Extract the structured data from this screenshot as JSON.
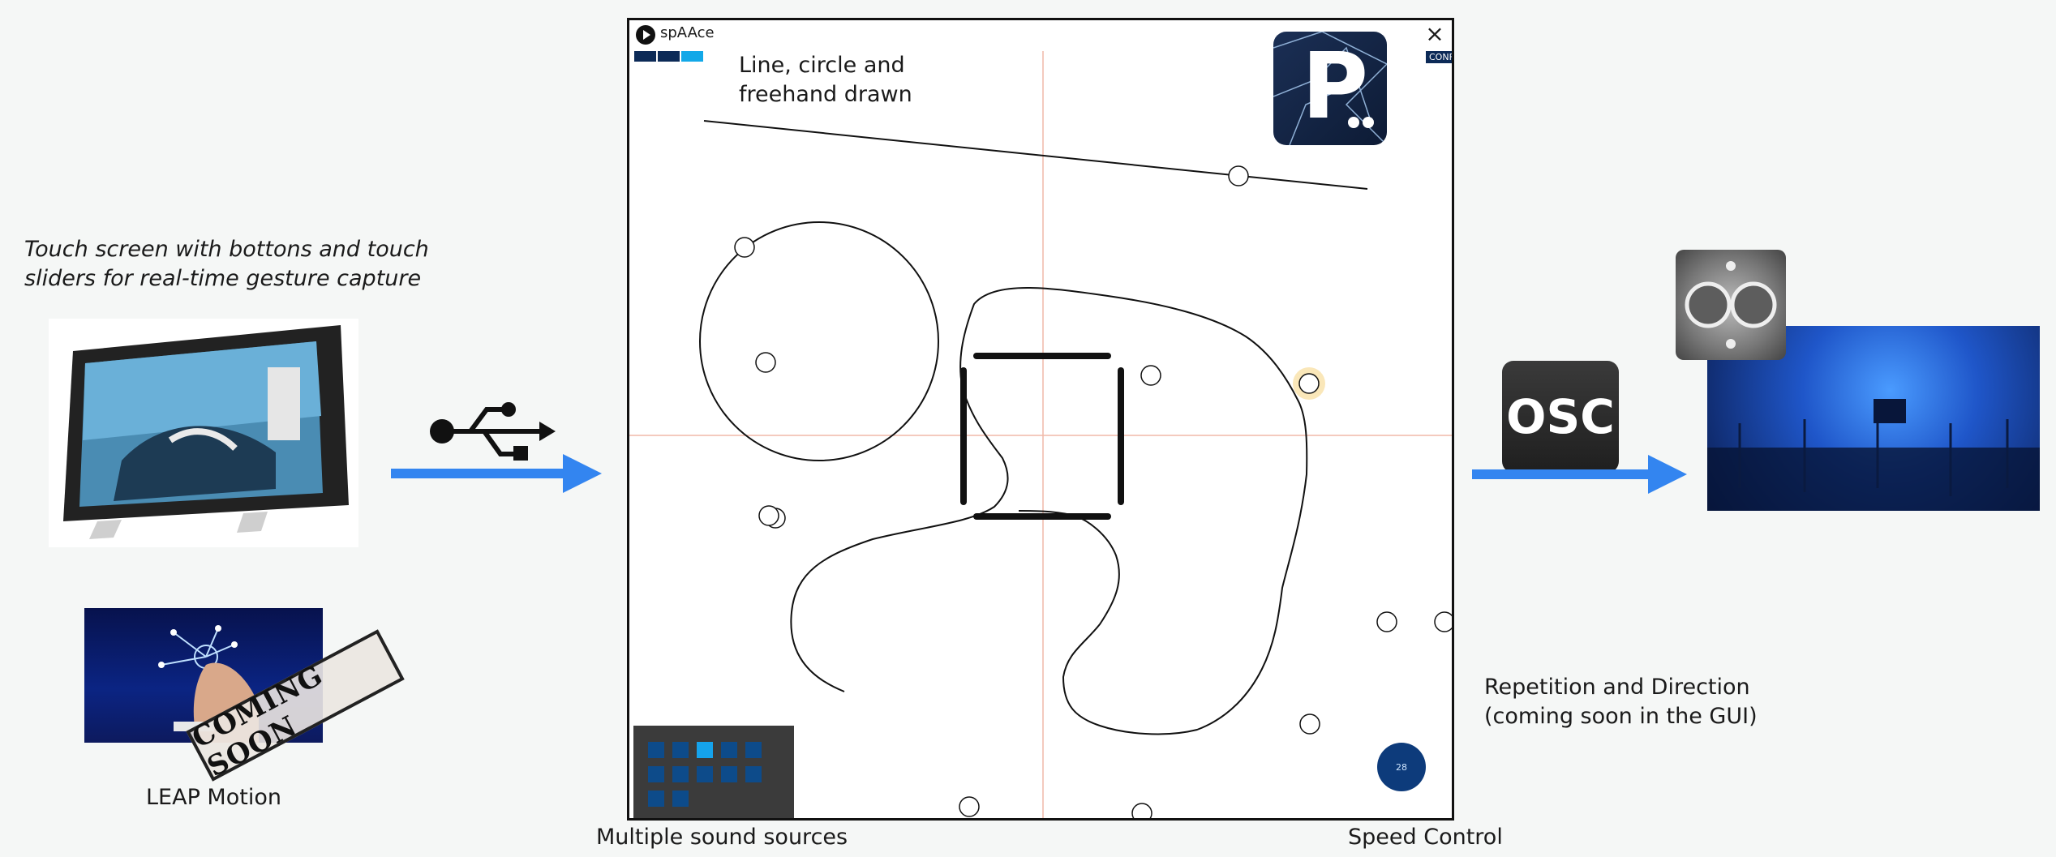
{
  "left": {
    "touchscreen_caption_line1": "Touch screen with bottons and touch",
    "touchscreen_caption_line2": "sliders for real-time gesture capture",
    "leap_caption": "LEAP Motion",
    "coming_soon": "COMING SOON"
  },
  "app": {
    "title": "spAAce",
    "close_glyph": "×",
    "config_label": "CONFIG",
    "shape_label_line1": "Line, circle and",
    "shape_label_line2": "freehand drawn",
    "logo_letter": "P",
    "speed_value": "28",
    "tabs": [
      {
        "active": false
      },
      {
        "active": false
      },
      {
        "active": true
      }
    ],
    "sound_pads": [
      false,
      false,
      true,
      false,
      false,
      false,
      false,
      false,
      false,
      false,
      false,
      false
    ]
  },
  "bottom": {
    "multiple_sources": "Multiple sound sources",
    "speed_control": "Speed Control"
  },
  "right": {
    "osc_label": "OSC",
    "repetition_line1": "Repetition and Direction",
    "repetition_line2": "(coming soon in the GUI)"
  },
  "colors": {
    "arrow_blue": "#3385f0",
    "accent_dark_blue": "#0c2a57",
    "accent_light_blue": "#12a8e8",
    "selected_source": "#f2c04a"
  }
}
